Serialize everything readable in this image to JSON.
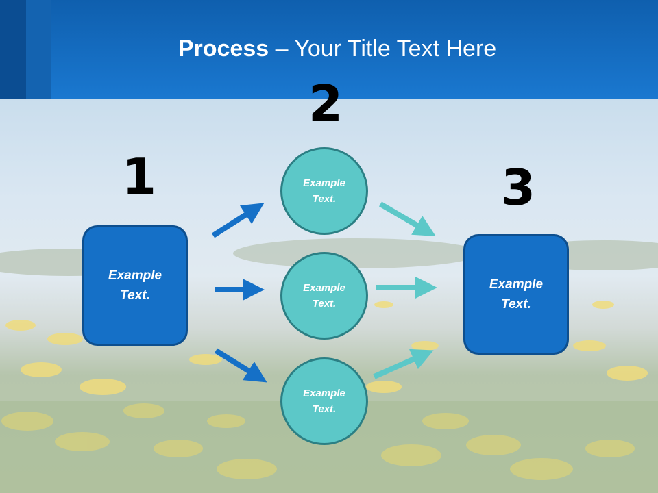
{
  "header": {
    "title_bold": "Process",
    "title_rest": " – Your Title Text Here"
  },
  "steps": [
    {
      "number": "1",
      "label": "Example\nText."
    },
    {
      "number": "2",
      "items": [
        "Example\nText.",
        "Example\nText.",
        "Example\nText."
      ]
    },
    {
      "number": "3",
      "label": "Example\nText."
    }
  ],
  "colors": {
    "header_blue": "#1a78d0",
    "box_blue": "#1570c7",
    "circle_teal": "#5cc8c8",
    "arrow_blue": "#1570c7",
    "arrow_teal": "#5cc8c8"
  }
}
